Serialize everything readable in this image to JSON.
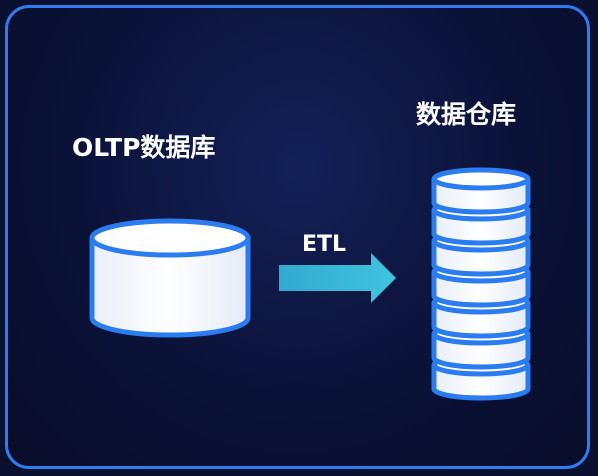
{
  "labels": {
    "oltp_db": "OLTP数据库",
    "data_warehouse": "数据仓库",
    "etl": "ETL"
  },
  "colors": {
    "background": "#0a1030",
    "border": "#2f7bf0",
    "cylinder_stroke": "#2b7cf0",
    "cylinder_fill": "#ffffff",
    "arrow": "#3ab8d8",
    "text": "#ffffff"
  },
  "icons": {
    "source": "database-cylinder-icon",
    "target": "stacked-database-icon",
    "flow": "right-arrow-icon"
  }
}
